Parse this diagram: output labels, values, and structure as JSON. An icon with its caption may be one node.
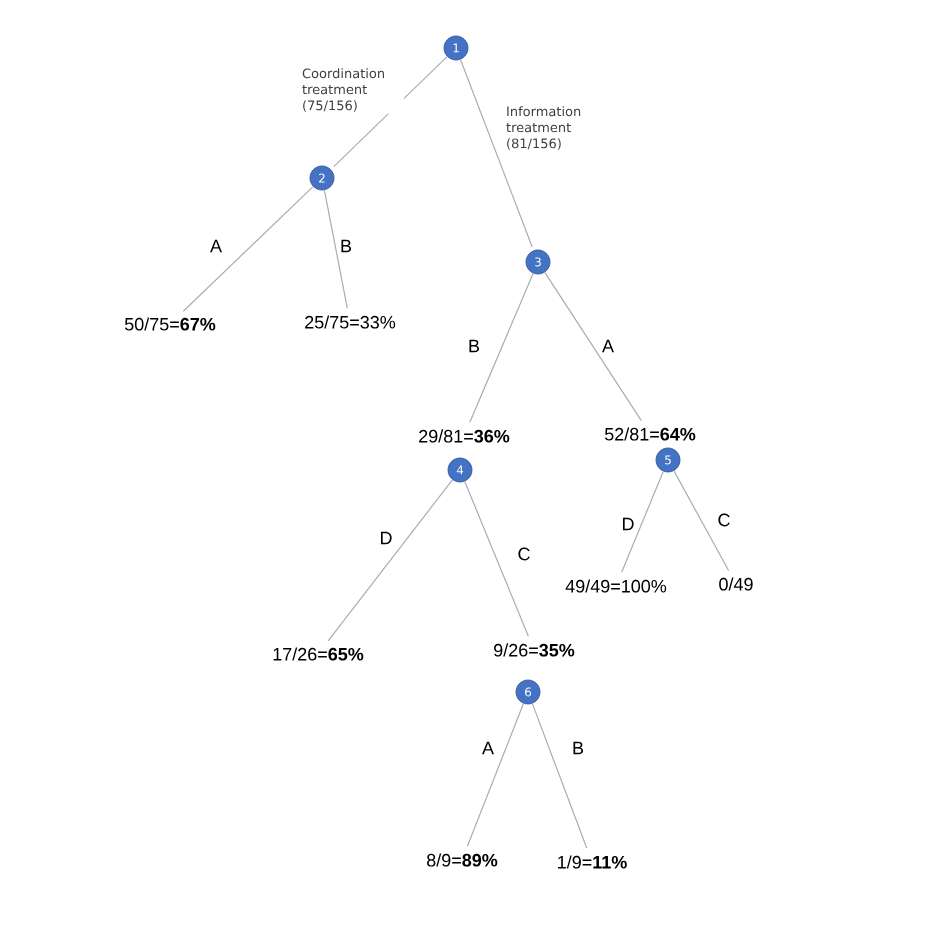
{
  "diagram": {
    "nodes": [
      {
        "text": [
          "1"
        ]
      },
      {
        "text": [
          "2"
        ]
      },
      {
        "text": [
          "50/75=**67%**"
        ]
      },
      {
        "text": [
          "25/75=33%"
        ]
      },
      {
        "text": [
          "3"
        ]
      },
      {
        "text": [
          "29/81=**36%**"
        ]
      },
      {
        "text": [
          "52/81=**64%**"
        ]
      },
      {
        "text": [
          "4"
        ]
      },
      {
        "text": [
          "5"
        ]
      },
      {
        "text": [
          "17/26=**65%**"
        ]
      },
      {
        "text": [
          "9/26=**35%**"
        ]
      },
      {
        "text": [
          "6"
        ]
      },
      {
        "text": [
          "49/49=100%"
        ]
      },
      {
        "text": [
          "0/49"
        ]
      },
      {
        "text": [
          "8/9=**89%**"
        ]
      },
      {
        "text": [
          "1/9=**11%**"
        ]
      }
    ],
    "edges": [
      {
        "from": 0,
        "to": 1,
        "arrow": "none",
        "label": "Coordination treatment (75/156)"
      },
      {
        "from": 0,
        "to": 4,
        "arrow": "none",
        "label": "Information treatment (81/156)"
      },
      {
        "from": 1,
        "to": 2,
        "arrow": "none",
        "label": "A"
      },
      {
        "from": 1,
        "to": 3,
        "arrow": "none",
        "label": "B"
      },
      {
        "from": 4,
        "to": 5,
        "arrow": "none",
        "label": "B"
      },
      {
        "from": 4,
        "to": 6,
        "arrow": "none",
        "label": "A"
      },
      {
        "from": 7,
        "to": 9,
        "arrow": "none",
        "label": "D"
      },
      {
        "from": 7,
        "to": 10,
        "arrow": "none",
        "label": "C"
      },
      {
        "from": 8,
        "to": 12,
        "arrow": "none",
        "label": "D"
      },
      {
        "from": 8,
        "to": 13,
        "arrow": "none",
        "label": "C"
      },
      {
        "from": 11,
        "to": 14,
        "arrow": "none",
        "label": "A"
      },
      {
        "from": 11,
        "to": 15,
        "arrow": "none",
        "label": "B"
      }
    ]
  }
}
